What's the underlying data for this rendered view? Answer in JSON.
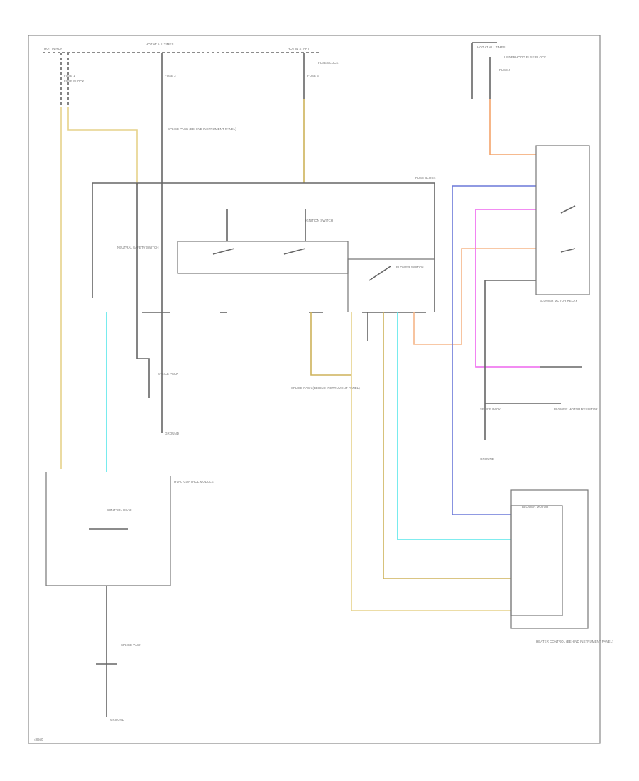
{
  "labels": {
    "hot_run": "HOT IN RUN",
    "hot_at_all_times": "HOT AT ALL TIMES",
    "hot_start": "HOT IN START",
    "hot_all_times_right": "HOT AT ALL TIMES",
    "fuse_1": "FUSE 1",
    "fuse_2": "FUSE 2",
    "fuse_3": "FUSE 3",
    "fuse_4": "FUSE 4",
    "fuse_block_left": "FUSE BLOCK",
    "fuse_block_mid": "FUSE BLOCK",
    "fuse_block_right": "UNDERHOOD FUSE BLOCK",
    "splice_top": "SPLICE PACK (BEHIND INSTRUMENT PANEL)",
    "ignition_switch": "IGNITION SWITCH",
    "neutral_safety": "NEUTRAL SAFETY SWITCH",
    "blower_motor_switch": "BLOWER SWITCH",
    "blower_resistor": "BLOWER MOTOR RESISTOR",
    "splice_left": "SPLICE PACK",
    "ground_left": "GROUND",
    "ground_bottom": "GROUND",
    "ground_right": "GROUND",
    "mid_splice": "SPLICE PACK (BEHIND INSTRUMENT PANEL)",
    "splice_right": "SPLICE PACK",
    "relay_right": "BLOWER MOTOR RELAY",
    "hvac_module": "HVAC CONTROL MODULE",
    "blower_motor": "BLOWER MOTOR",
    "control_head": "CONTROL HEAD",
    "control_desc": "HEATER CONTROL (BEHIND INSTRUMENT PANEL)",
    "bottom_splice": "SPLICE PACK",
    "corner_code": "48660"
  },
  "colors": {
    "yellow": "#e6d28a",
    "tan": "#cdb25a",
    "cyan": "#57e6ea",
    "orange": "#f4a36a",
    "blue": "#6b78d8",
    "magenta": "#ee66ee",
    "light_orange": "#f5b688",
    "black": "#666666"
  }
}
